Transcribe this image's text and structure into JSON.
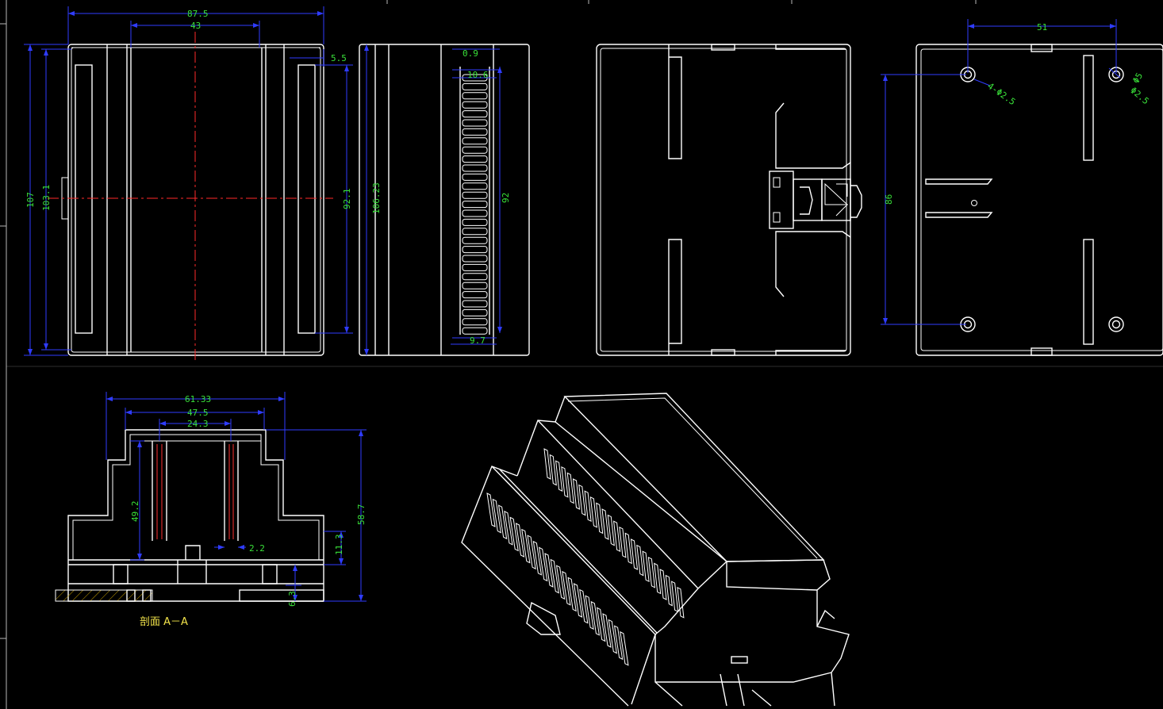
{
  "dimensions": {
    "front_width": "87.5",
    "front_inner_width": "43",
    "front_height": "107",
    "front_inner_height": "103.1",
    "front_offset": "5.5",
    "front_slot_height": "92.1",
    "side_height": "106.23",
    "side_top_gap": "0.9",
    "side_vent_offset": "10.6",
    "side_vent_height": "92",
    "side_vent_width": "9.7",
    "back_hole_spacing_x": "51",
    "back_hole_spacing_y": "86",
    "back_hole_callout": "4-Φ2.5",
    "back_boss_outer": "Φ5",
    "back_boss_inner": "Φ2.5",
    "section_width_1": "61.33",
    "section_width_2": "47.5",
    "section_width_3": "24.3",
    "section_rib_height": "49.2",
    "section_total_height": "58.7",
    "section_rib_gap": "2.2",
    "section_base_height": "11.3",
    "section_rail_height": "6.3"
  },
  "labels": {
    "section_title": "剖面 A－A"
  },
  "colors": {
    "background": "#000000",
    "outline": "#ffffff",
    "dimension_line": "#2f3cff",
    "dimension_text": "#39e039",
    "center_line": "#ff2a2a",
    "title_text": "#f2e34a"
  }
}
